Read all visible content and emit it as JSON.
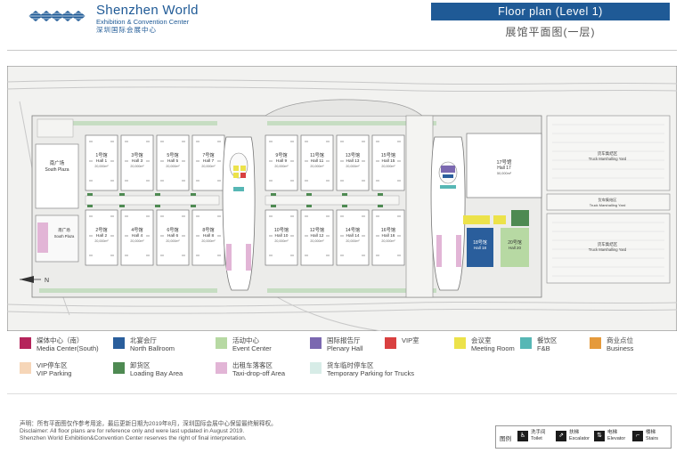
{
  "header": {
    "brand_name": "Shenzhen World",
    "brand_sub": "Exhibition & Convention Center",
    "brand_cn": "深圳国际会展中心",
    "title_en": "Floor plan (Level 1)",
    "title_cn": "展馆平面图(一层)"
  },
  "map": {
    "south_plaza_cn": "南广场",
    "south_plaza_en": "South Plaza",
    "south_plaza_small_cn": "南广场",
    "south_plaza_small_en": "South Plaza",
    "north_arrow": "N",
    "halls_top": [
      {
        "cn": "1号馆",
        "en": "Hall 1",
        "area": "20,000m²"
      },
      {
        "cn": "3号馆",
        "en": "Hall 3",
        "area": "20,000m²"
      },
      {
        "cn": "5号馆",
        "en": "Hall 5",
        "area": "20,000m²"
      },
      {
        "cn": "7号馆",
        "en": "Hall 7",
        "area": "20,000m²"
      },
      {
        "cn": "9号馆",
        "en": "Hall 9",
        "area": "20,000m²"
      },
      {
        "cn": "11号馆",
        "en": "Hall 11",
        "area": "20,000m²"
      },
      {
        "cn": "13号馆",
        "en": "Hall 13",
        "area": "20,000m²"
      },
      {
        "cn": "15号馆",
        "en": "Hall 15",
        "area": "20,000m²"
      }
    ],
    "halls_bottom": [
      {
        "cn": "2号馆",
        "en": "Hall 2",
        "area": "20,000m²"
      },
      {
        "cn": "4号馆",
        "en": "Hall 4",
        "area": "20,000m²"
      },
      {
        "cn": "6号馆",
        "en": "Hall 6",
        "area": "20,000m²"
      },
      {
        "cn": "8号馆",
        "en": "Hall 8",
        "area": "20,000m²"
      },
      {
        "cn": "10号馆",
        "en": "Hall 10",
        "area": "20,000m²"
      },
      {
        "cn": "12号馆",
        "en": "Hall 12",
        "area": "20,000m²"
      },
      {
        "cn": "14号馆",
        "en": "Hall 14",
        "area": "20,000m²"
      },
      {
        "cn": "16号馆",
        "en": "Hall 16",
        "area": "20,000m²"
      }
    ],
    "hall17": {
      "cn": "17号馆",
      "en": "Hall 17",
      "area": "50,000m²"
    },
    "hall18": {
      "cn": "18号馆",
      "en": "Hall 18"
    },
    "hall20": {
      "cn": "20号馆",
      "en": "Hall 20"
    },
    "truck_yards": [
      {
        "cn": "货车集结区",
        "en": "Truck Marshalling Yard"
      },
      {
        "cn": "货车集结区",
        "en": "Truck Marshalling Yard"
      },
      {
        "cn": "货车集结区",
        "en": "Truck Marshalling Yard"
      }
    ]
  },
  "legend": [
    {
      "cn": "媒体中心（南）",
      "en": "Media Center(South)",
      "color": "#b5245b"
    },
    {
      "cn": "北宴会厅",
      "en": "North Ballroom",
      "color": "#2a5e9c"
    },
    {
      "cn": "活动中心",
      "en": "Event Center",
      "color": "#b7d9a3"
    },
    {
      "cn": "国际报告厅",
      "en": "Plenary Hall",
      "color": "#7b68b0"
    },
    {
      "cn": "VIP室",
      "en": "",
      "color": "#d94040"
    },
    {
      "cn": "会议室",
      "en": "Meeting Room",
      "color": "#ece24a"
    },
    {
      "cn": "餐饮区",
      "en": "F&B",
      "color": "#57b7b5"
    },
    {
      "cn": "商业点位",
      "en": "Business",
      "color": "#e59a3b"
    },
    {
      "cn": "VIP停车区",
      "en": "VIP Parking",
      "color": "#f6d6b8"
    },
    {
      "cn": "卸货区",
      "en": "Loading Bay Area",
      "color": "#4e8a52"
    },
    {
      "cn": "出租车落客区",
      "en": "Taxi-drop-off Area",
      "color": "#e2b5d6"
    },
    {
      "cn": "货车临时停车区",
      "en": "Temporary Parking for Trucks",
      "color": "#d7ece7"
    }
  ],
  "footer": {
    "line1": "声明：所有平面图仅作参考用途，最后更新日期为2019年8月，深圳国际会展中心保留最终解释权。",
    "line2": "Disclaimer: All floor plans are for reference only and were last updated in August 2019.",
    "line3": "Shenzhen World Exhibition&Convention Center reserves the right of final interpretation."
  },
  "key": {
    "label": "图例",
    "items": [
      {
        "cn": "洗手间",
        "en": "Toilet",
        "icon": "toilet-icon",
        "glyph": "♿"
      },
      {
        "cn": "扶梯",
        "en": "Escalator",
        "icon": "escalator-icon",
        "glyph": "⇗"
      },
      {
        "cn": "电梯",
        "en": "Elevator",
        "icon": "elevator-icon",
        "glyph": "⇅"
      },
      {
        "cn": "楼梯",
        "en": "Stairs",
        "icon": "stairs-icon",
        "glyph": "⌐"
      }
    ]
  }
}
